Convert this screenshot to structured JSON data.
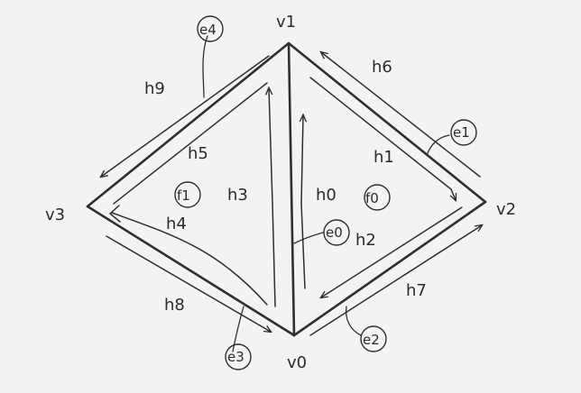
{
  "vertices": {
    "v0": "v0",
    "v1": "v1",
    "v2": "v2",
    "v3": "v3"
  },
  "faces": {
    "f0": "f0",
    "f1": "f1"
  },
  "edges": {
    "e0": "e0",
    "e1": "e1",
    "e2": "e2",
    "e3": "e3",
    "e4": "e4"
  },
  "halfedges": {
    "h0": "h0",
    "h1": "h1",
    "h2": "h2",
    "h3": "h3",
    "h4": "h4",
    "h5": "h5",
    "h6": "h6",
    "h7": "h7",
    "h8": "h8",
    "h9": "h9"
  }
}
